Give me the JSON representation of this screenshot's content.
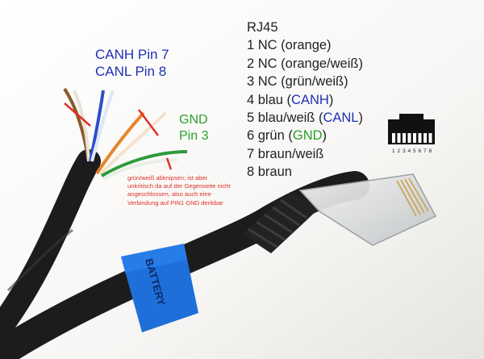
{
  "labels": {
    "canh": "CANH Pin 7",
    "canl": "CANL Pin 8",
    "gnd_title": "GND",
    "gnd_pin": "Pin 3",
    "note_lines": [
      "grün/weiß abknipsen; ist aber",
      "unkritisch da auf der Gegenseite nicht",
      "angeschlossen, also auch eine",
      "Verbindung auf PIN1 GND denkbar"
    ]
  },
  "legend": {
    "title": "RJ45",
    "items": [
      {
        "text": "1 NC (orange)"
      },
      {
        "text": "2 NC (orange/weiß)"
      },
      {
        "text": "3 NC (grün/weiß)"
      },
      {
        "text": "4 blau (",
        "highlight": "CANH",
        "color": "blue",
        "tail": ")"
      },
      {
        "text": "5 blau/weiß (",
        "highlight": "CANL",
        "color": "blue",
        "tail": ")"
      },
      {
        "text": "6 grün (",
        "highlight": "GND",
        "color": "green",
        "tail": ")"
      },
      {
        "text": "7 braun/weiß"
      },
      {
        "text": "8 braun"
      }
    ]
  },
  "connector_pins": [
    "1",
    "2",
    "3",
    "4",
    "5",
    "6",
    "7",
    "8"
  ],
  "tape_text": "BATTERY",
  "colors": {
    "can_blue": "#1f2fb4",
    "gnd_green": "#2aa02a",
    "annotation_red": "#e03028",
    "cable_black": "#1c1c1c",
    "tape_blue": "#1e6fd9"
  }
}
